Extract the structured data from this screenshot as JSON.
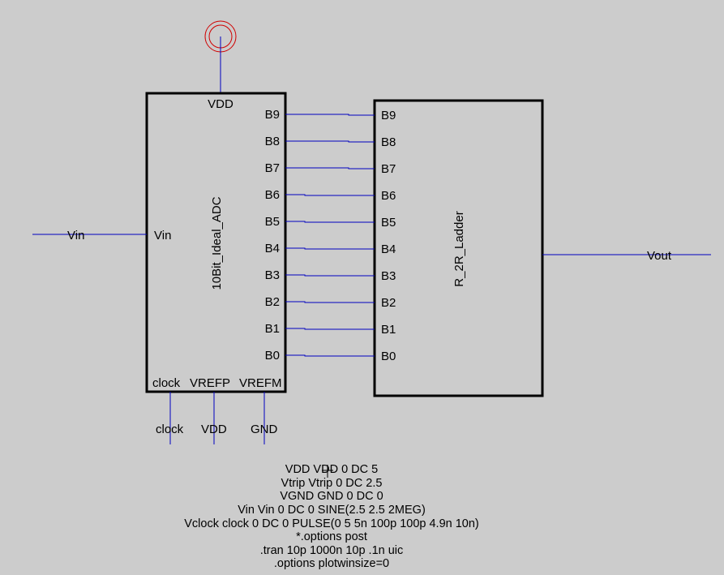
{
  "adc": {
    "name": "10Bit_Ideal_ADC",
    "vdd_pin": "VDD",
    "vin_pin": "Vin",
    "bottom_pins": [
      "clock",
      "VREFP",
      "VREFM"
    ],
    "bit_pins": [
      "B9",
      "B8",
      "B7",
      "B6",
      "B5",
      "B4",
      "B3",
      "B2",
      "B1",
      "B0"
    ]
  },
  "ladder": {
    "name": "R_2R_Ladder",
    "bit_pins": [
      "B9",
      "B8",
      "B7",
      "B6",
      "B5",
      "B4",
      "B3",
      "B2",
      "B1",
      "B0"
    ]
  },
  "nets": {
    "vin": "Vin",
    "vout": "Vout",
    "bottom": [
      "clock",
      "VDD",
      "GND"
    ]
  },
  "colors": {
    "wire": "#0000c0",
    "supply": "#d00000",
    "background": "#cccccc"
  },
  "netlist": [
    "VDD VDD 0 DC 5",
    "Vtrip Vtrip 0 DC 2.5",
    "VGND GND 0 DC 0",
    "Vin Vin 0 DC 0 SINE(2.5 2.5 2MEG)",
    "Vclock clock 0 DC 0 PULSE(0 5 5n 100p 100p 4.9n 10n)",
    "*.options post",
    ".tran 10p 1000n 10p .1n uic",
    ".options plotwinsize=0"
  ]
}
